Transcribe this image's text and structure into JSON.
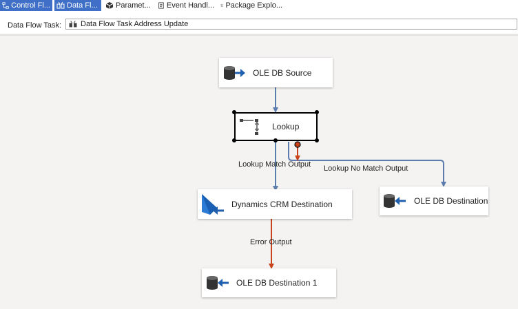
{
  "tabs": [
    {
      "label": "Control Fl...",
      "icon": "control-flow-icon",
      "active": true
    },
    {
      "label": "Data Fl...",
      "icon": "data-flow-icon",
      "active": true
    },
    {
      "label": "Paramet...",
      "icon": "parameters-icon",
      "active": false
    },
    {
      "label": "Event Handl...",
      "icon": "event-handler-icon",
      "active": false
    },
    {
      "label": "Package Explo...",
      "icon": "package-explorer-icon",
      "active": false
    }
  ],
  "task": {
    "label": "Data Flow Task:",
    "value": "Data Flow Task Address Update"
  },
  "components": {
    "source": "OLE DB Source",
    "lookup": "Lookup",
    "crm": "Dynamics CRM Destination",
    "dest": "OLE DB Destination",
    "dest1": "OLE DB Destination 1"
  },
  "paths": {
    "match": "Lookup Match Output",
    "nomatch": "Lookup No Match Output",
    "error": "Error Output"
  },
  "colors": {
    "tab_active": "#3f6fc6",
    "flow_path": "#5d7cae",
    "error_path": "#c8441c",
    "canvas": "#f5f3f2"
  }
}
